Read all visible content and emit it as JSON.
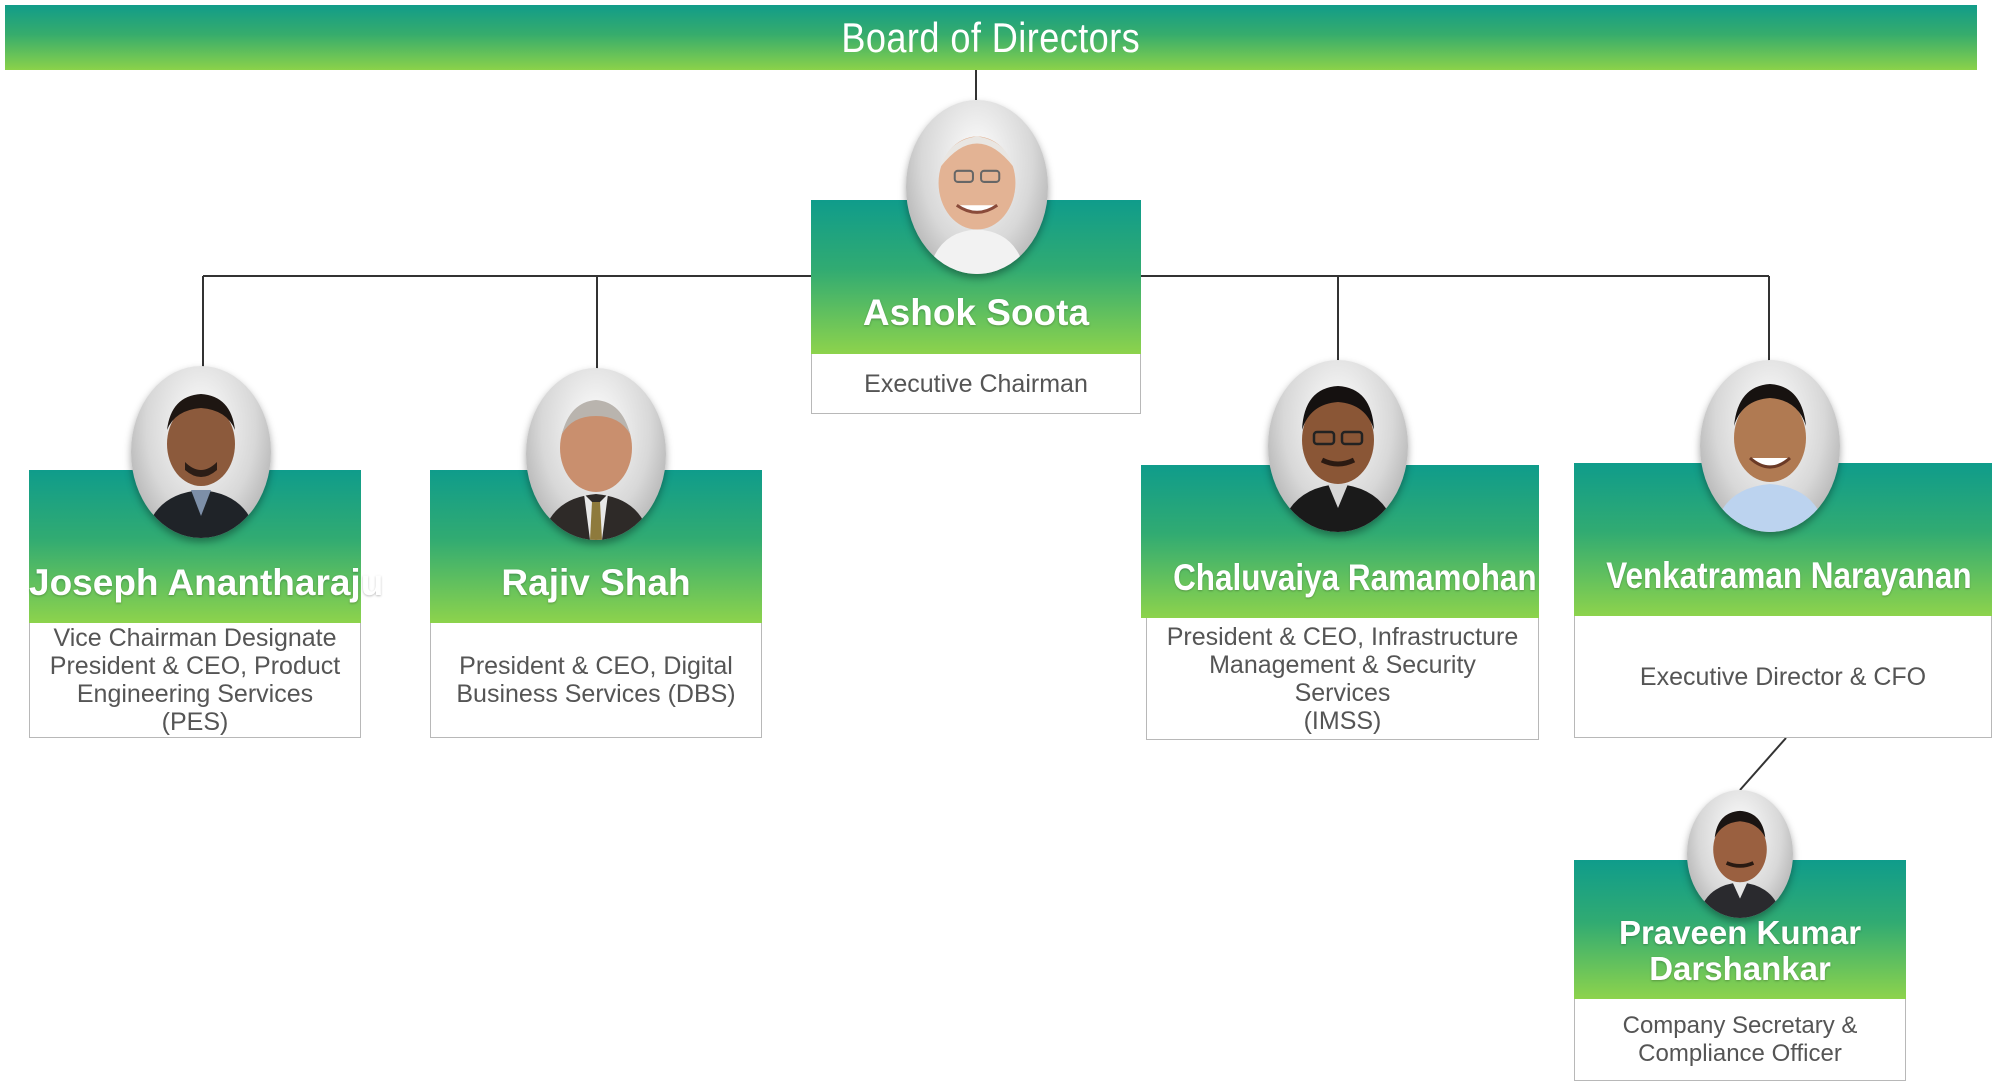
{
  "title": "Board of Directors",
  "colors": {
    "header_gradient_top": "#0f9c8b",
    "header_gradient_bottom": "#8dd34c",
    "name_text": "#ffffff",
    "role_text": "#555555"
  },
  "chairman": {
    "name": "Ashok Soota",
    "role": "Executive Chairman"
  },
  "directors": [
    {
      "name": "Joseph Anantharaju",
      "role": "Vice Chairman Designate\nPresident & CEO, Product\nEngineering Services (PES)"
    },
    {
      "name": "Rajiv Shah",
      "role": "President & CEO, Digital\nBusiness Services (DBS)"
    },
    {
      "name": "Chaluvaiya Ramamohan",
      "role": "President & CEO, Infrastructure\nManagement & Security Services\n(IMSS)"
    },
    {
      "name": "Venkatraman Narayanan",
      "role": "Executive Director & CFO"
    }
  ],
  "secretary": {
    "name": "Praveen Kumar Darshankar",
    "role": "Company Secretary &\nCompliance Officer"
  }
}
